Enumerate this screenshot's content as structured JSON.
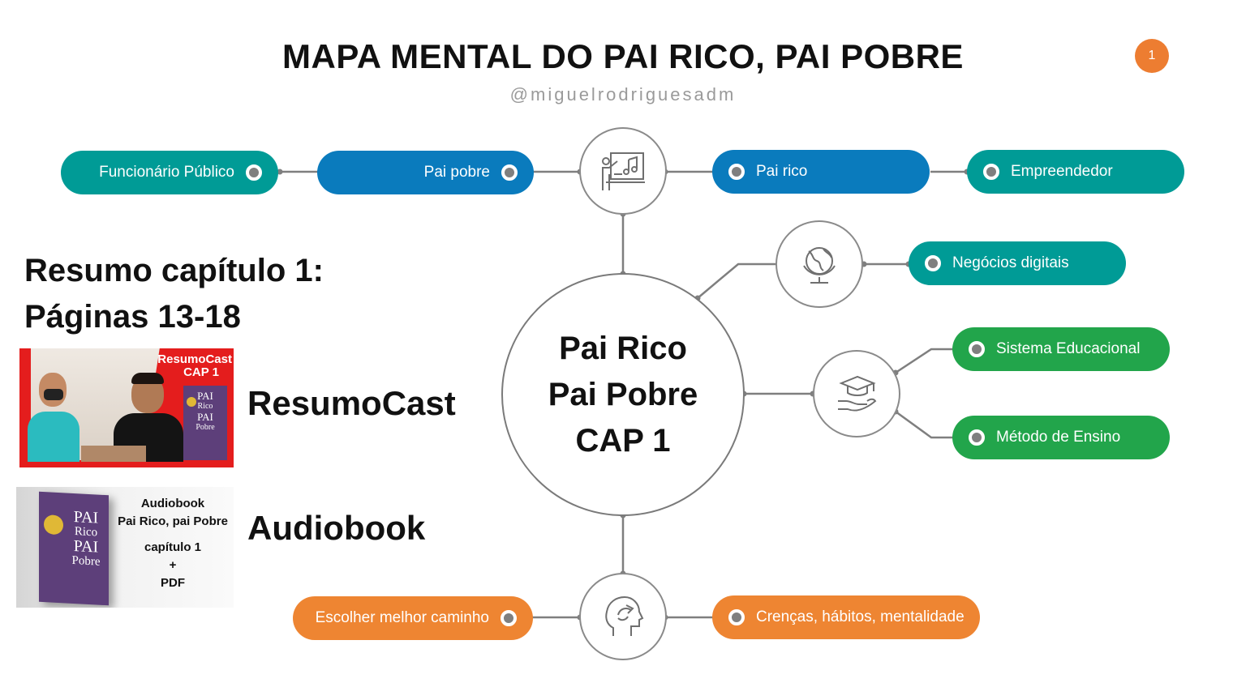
{
  "header": {
    "title": "MAPA MENTAL DO PAI RICO, PAI POBRE",
    "handle": "@miguelrodriguesadm",
    "page_number": "1"
  },
  "center": {
    "line1": "Pai Rico",
    "line2": "Pai Pobre",
    "line3": "CAP 1"
  },
  "branches": {
    "funcionario": "Funcionário Público",
    "pai_pobre": "Pai pobre",
    "pai_rico": "Pai rico",
    "empreendedor": "Empreendedor",
    "negocios": "Negócios digitais",
    "sistema": "Sistema Educacional",
    "metodo": "Método de Ensino",
    "escolher": "Escolher melhor caminho",
    "crencas": "Crenças, hábitos, mentalidade"
  },
  "side": {
    "resumo_line1": "Resumo capítulo 1:",
    "resumo_line2": "Páginas 13-18",
    "resumocast_label": "ResumoCast",
    "audiobook_label": "Audiobook"
  },
  "thumbnails": {
    "cast": {
      "title": "ResumoCast",
      "subtitle": "CAP 1",
      "book": [
        "PAI",
        "Rico",
        "PAI",
        "Pobre"
      ]
    },
    "audio": {
      "title": "Audiobook",
      "subtitle": "Pai Rico, pai Pobre",
      "chapter": "capítulo 1",
      "plus": "+",
      "pdf": "PDF",
      "book": [
        "PAI",
        "Rico",
        "PAI",
        "Pobre"
      ]
    }
  },
  "colors": {
    "teal": "#009b96",
    "blue": "#0a7bbd",
    "green": "#22a54b",
    "orange": "#ee8532",
    "accent": "#ed7d31"
  },
  "icons": {
    "top": "presentation-board-icon",
    "globe": "globe-icon",
    "education": "graduation-cap-hand-icon",
    "bottom": "head-arrow-icon"
  }
}
